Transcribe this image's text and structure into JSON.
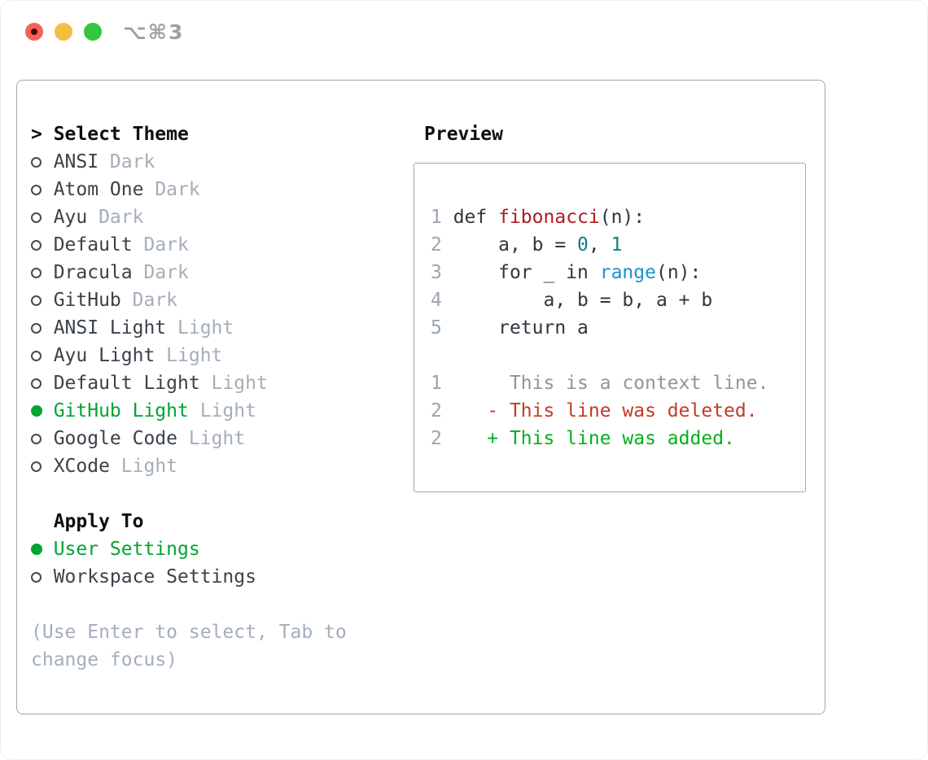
{
  "window": {
    "title": "⌥⌘3"
  },
  "colors": {
    "selected_green": "#00a432",
    "added_green": "#00b11b",
    "deleted_red": "#c23a28",
    "context_gray": "#8d969f",
    "function_red": "#ae1d23",
    "number_teal": "#0d7d85",
    "builtin_blue": "#1b92d0",
    "muted_gray": "#a4aeb9",
    "line_number_gray": "#9aa5b1",
    "border_gray": "#9fa8b2",
    "traffic_red": "#f4615b",
    "traffic_yellow": "#f7bd41",
    "traffic_green": "#33c63f"
  },
  "picker": {
    "prompt_char": ">",
    "title": "Select Theme",
    "themes": [
      {
        "name": "ANSI",
        "variant": "Dark",
        "selected": false
      },
      {
        "name": "Atom One",
        "variant": "Dark",
        "selected": false
      },
      {
        "name": "Ayu",
        "variant": "Dark",
        "selected": false
      },
      {
        "name": "Default",
        "variant": "Dark",
        "selected": false
      },
      {
        "name": "Dracula",
        "variant": "Dark",
        "selected": false
      },
      {
        "name": "GitHub",
        "variant": "Dark",
        "selected": false
      },
      {
        "name": "ANSI Light",
        "variant": "Light",
        "selected": false
      },
      {
        "name": "Ayu Light",
        "variant": "Light",
        "selected": false
      },
      {
        "name": "Default Light",
        "variant": "Light",
        "selected": false
      },
      {
        "name": "GitHub Light",
        "variant": "Light",
        "selected": true
      },
      {
        "name": "Google Code",
        "variant": "Light",
        "selected": false
      },
      {
        "name": "XCode",
        "variant": "Light",
        "selected": false
      }
    ]
  },
  "apply": {
    "title": "Apply To",
    "options": [
      {
        "label": "User Settings",
        "selected": true
      },
      {
        "label": "Workspace Settings",
        "selected": false
      }
    ]
  },
  "hint": "(Use Enter to select, Tab to change focus)",
  "preview": {
    "title": "Preview",
    "lines": [
      {
        "name": "code-line-1",
        "tokens": [
          [
            "1",
            "num"
          ],
          [
            " def ",
            "plain"
          ],
          [
            "fibonacci",
            "fname"
          ],
          [
            "(n):",
            "plain"
          ]
        ]
      },
      {
        "name": "code-line-2",
        "tokens": [
          [
            "2",
            "num"
          ],
          [
            "     a, b = ",
            "plain"
          ],
          [
            "0",
            "numlit"
          ],
          [
            ", ",
            "plain"
          ],
          [
            "1",
            "numlit"
          ]
        ]
      },
      {
        "name": "code-line-3",
        "tokens": [
          [
            "3",
            "num"
          ],
          [
            "     for _ in ",
            "plain"
          ],
          [
            "range",
            "builtin"
          ],
          [
            "(n):",
            "plain"
          ]
        ]
      },
      {
        "name": "code-line-4",
        "tokens": [
          [
            "4",
            "num"
          ],
          [
            "         a, b = b, a + b",
            "plain"
          ]
        ]
      },
      {
        "name": "code-line-5",
        "tokens": [
          [
            "5",
            "num"
          ],
          [
            "     return a",
            "plain"
          ]
        ]
      },
      {
        "name": "blank-line",
        "tokens": []
      },
      {
        "name": "diff-context-line",
        "tokens": [
          [
            "1",
            "num"
          ],
          [
            "      This is a context line.",
            "ctx"
          ]
        ]
      },
      {
        "name": "diff-deleted-line",
        "tokens": [
          [
            "2",
            "num"
          ],
          [
            "    - This line was deleted.",
            "del"
          ]
        ]
      },
      {
        "name": "diff-added-line",
        "tokens": [
          [
            "2",
            "num"
          ],
          [
            "    + This line was added.",
            "add"
          ]
        ]
      }
    ]
  }
}
